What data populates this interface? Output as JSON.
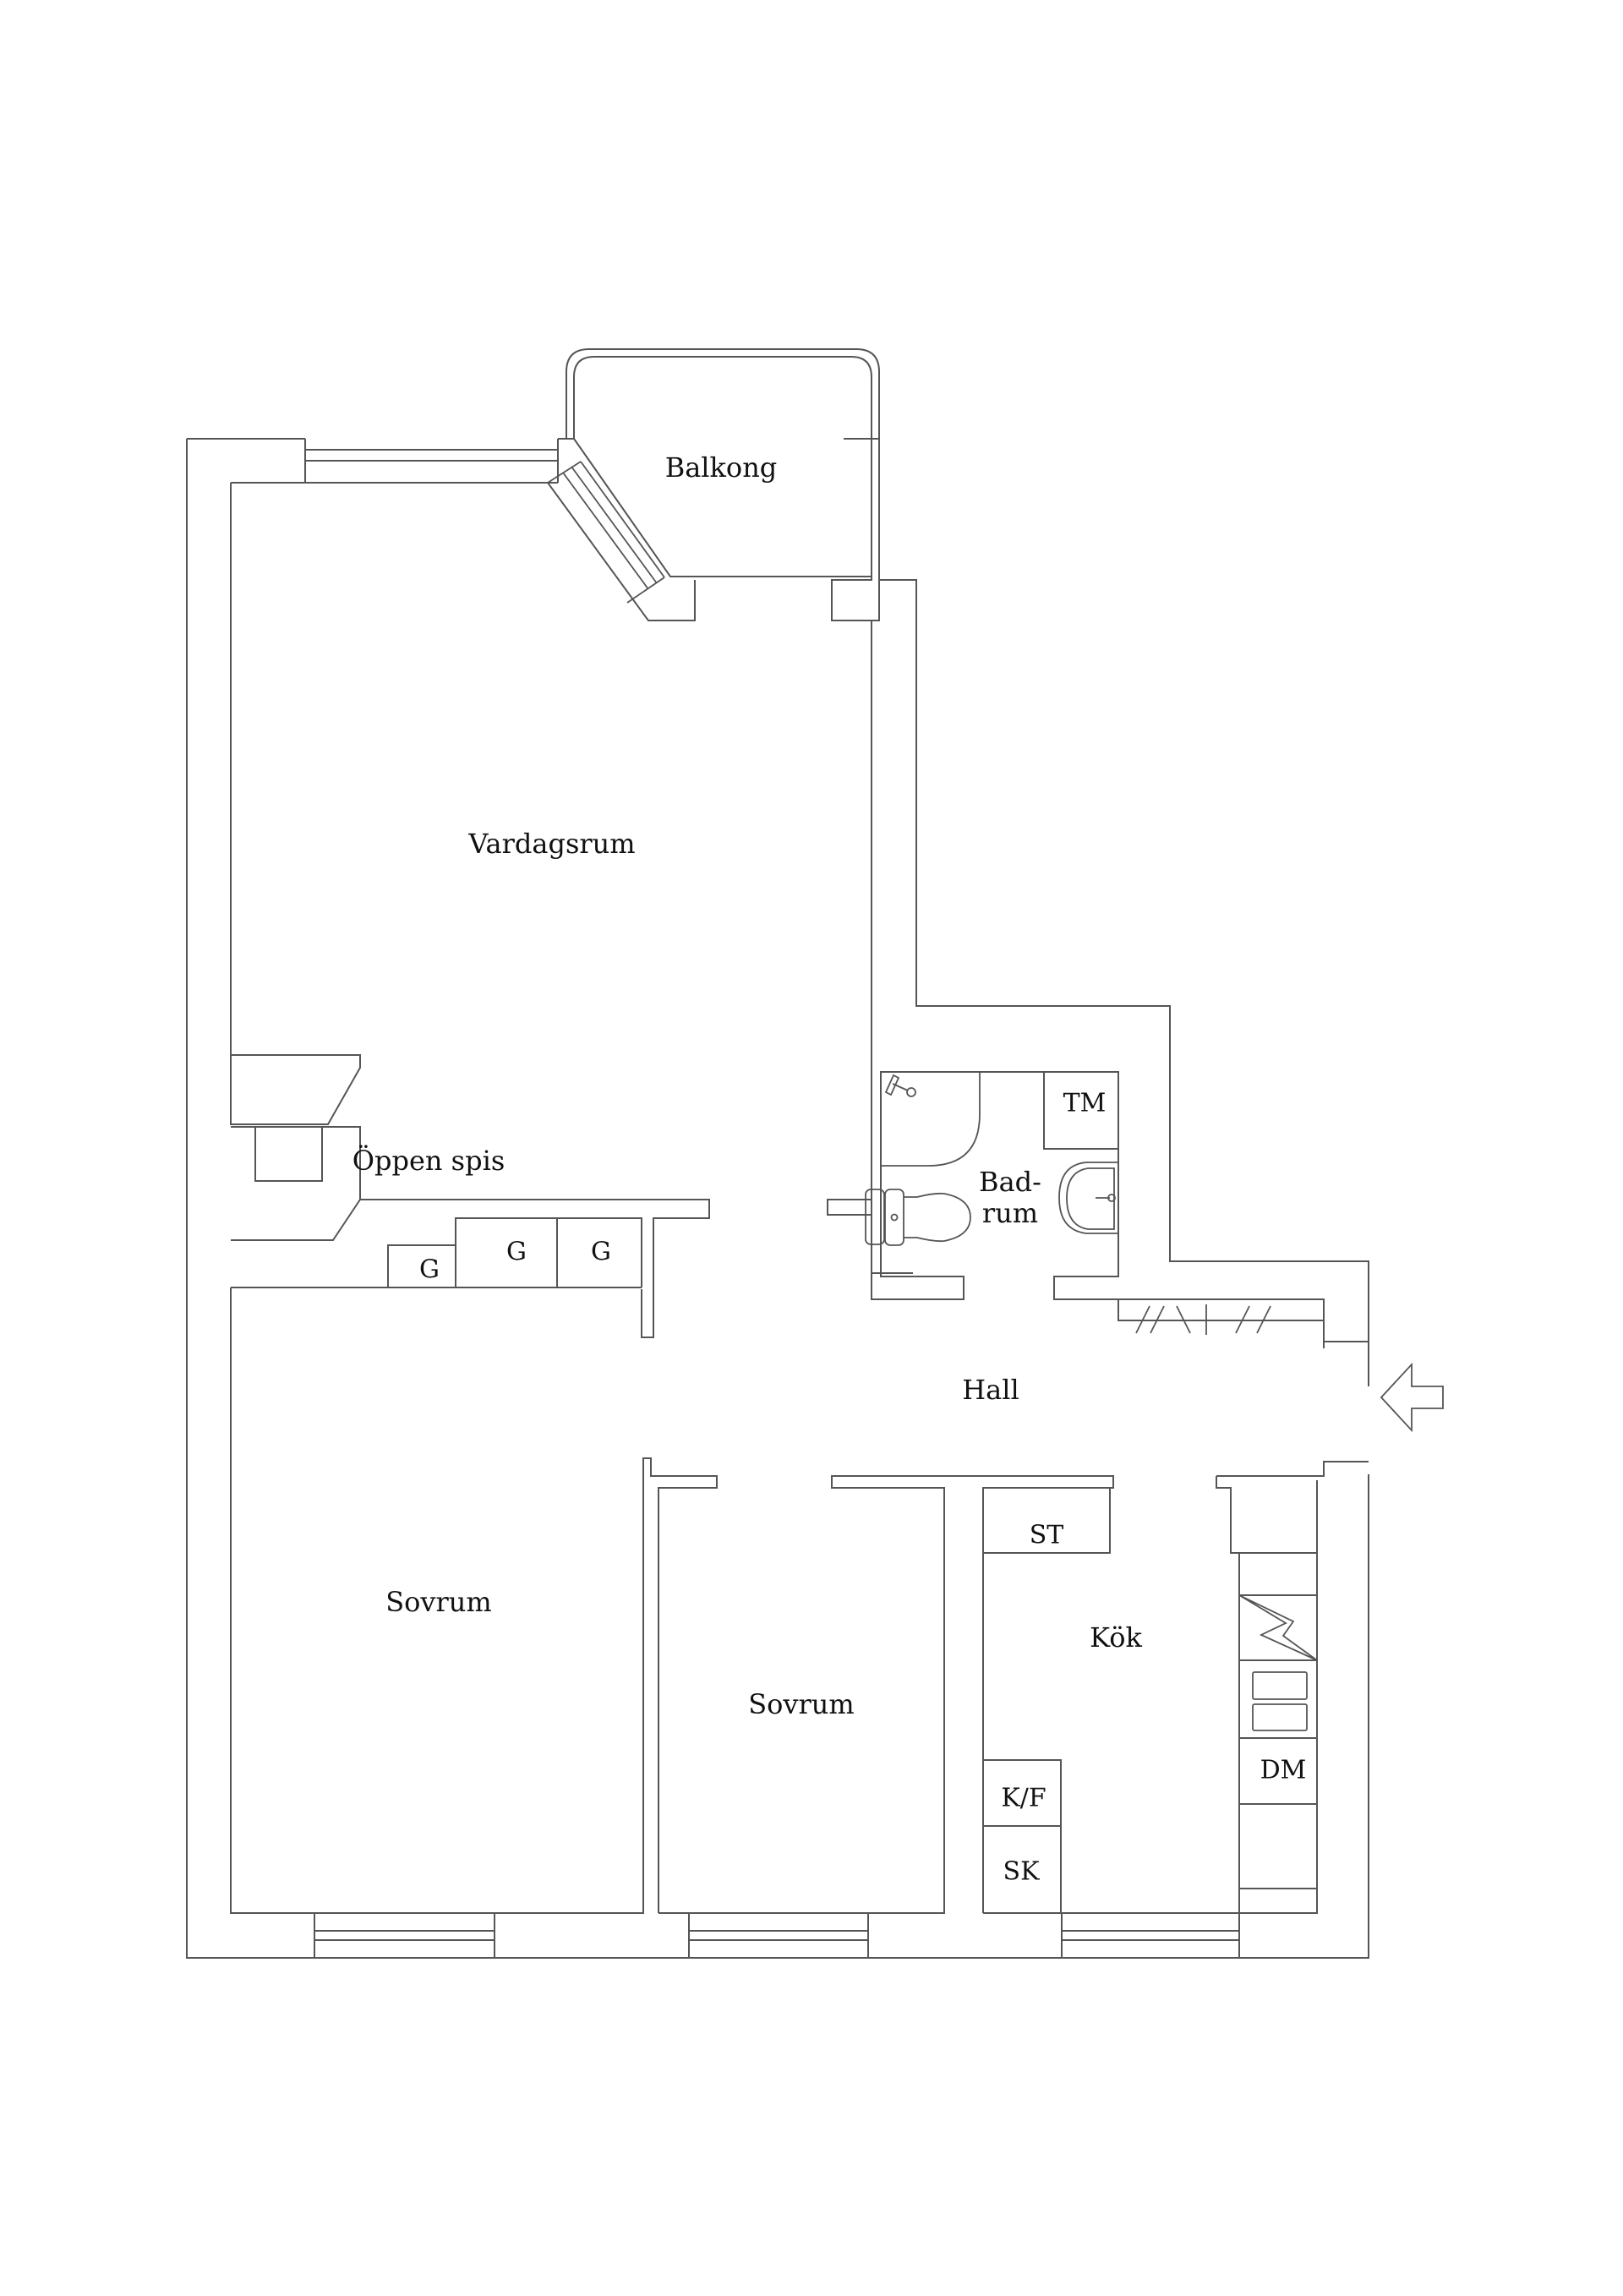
{
  "plan": {
    "line_color": "#555555",
    "text_color": "#111111",
    "background": "#ffffff",
    "rooms": {
      "balkong": "Balkong",
      "vardagsrum": "Vardagsrum",
      "oppen_spis": "Öppen spis",
      "badrum_line1": "Bad-",
      "badrum_line2": "rum",
      "hall": "Hall",
      "sovrum_1": "Sovrum",
      "sovrum_2": "Sovrum",
      "kok": "Kök"
    },
    "fixtures": {
      "wardrobe_1": "G",
      "wardrobe_2": "G",
      "wardrobe_3": "G",
      "washing_machine": "TM",
      "cabinet": "ST",
      "fridge_freezer": "K/F",
      "broom_closet": "SK",
      "dishwasher": "DM"
    },
    "icons": {
      "entrance": "entrance-arrow-icon",
      "shower": "shower-icon",
      "toilet": "toilet-icon",
      "sink": "sink-icon",
      "stove": "stove-icon",
      "kitchen_sink": "kitchen-sink-icon",
      "fireplace": "fireplace-icon"
    }
  }
}
